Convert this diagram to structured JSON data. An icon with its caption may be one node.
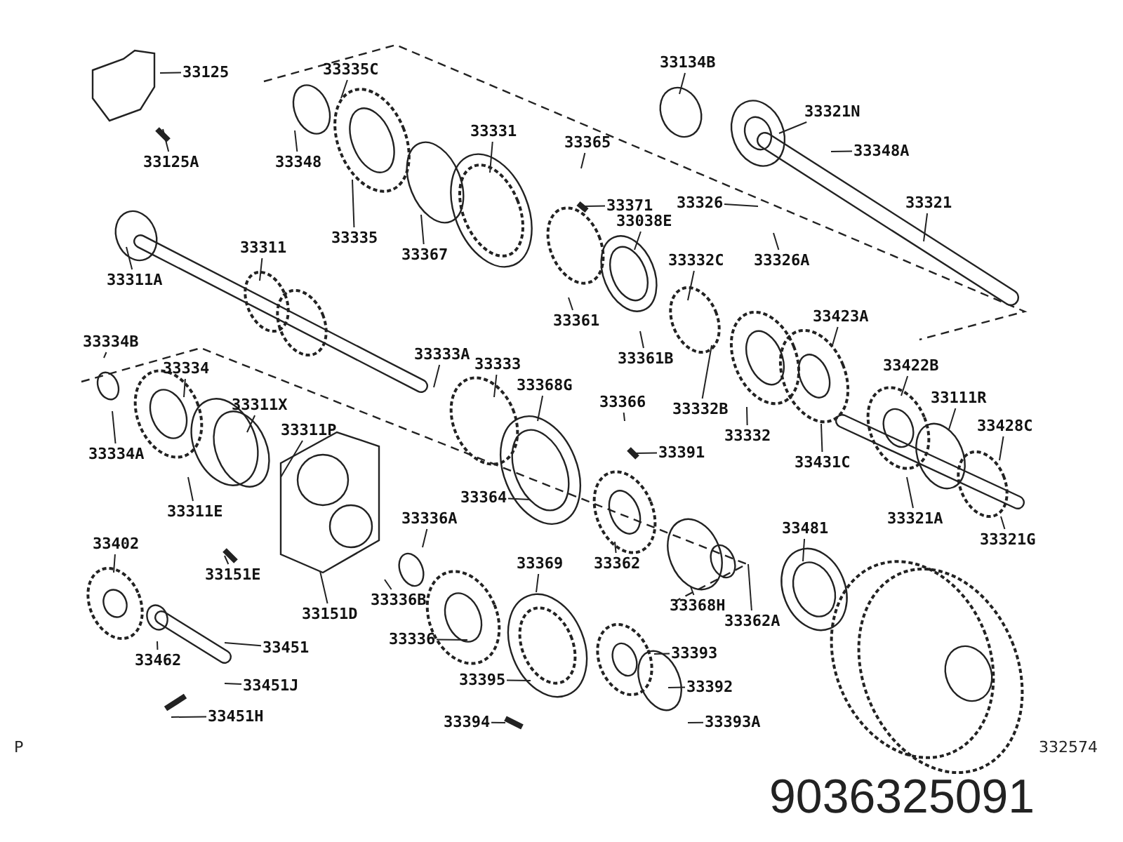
{
  "diagram": {
    "nodes": [
      {
        "text": [
          "33125"
        ]
      },
      {
        "text": [
          "33125A"
        ]
      },
      {
        "text": [
          "33335C"
        ]
      },
      {
        "text": [
          "33348"
        ]
      },
      {
        "text": [
          "33331"
        ]
      },
      {
        "text": [
          "33335"
        ]
      },
      {
        "text": [
          "33367"
        ]
      },
      {
        "text": [
          "33311A"
        ]
      },
      {
        "text": [
          "33311"
        ]
      },
      {
        "text": [
          "33134B"
        ]
      },
      {
        "text": [
          "33321N"
        ]
      },
      {
        "text": [
          "33348A"
        ]
      },
      {
        "text": [
          "33365"
        ]
      },
      {
        "text": [
          "33371"
        ]
      },
      {
        "text": [
          "33038E"
        ]
      },
      {
        "text": [
          "33326"
        ]
      },
      {
        "text": [
          "33326A"
        ]
      },
      {
        "text": [
          "33321"
        ]
      },
      {
        "text": [
          "33332C"
        ]
      },
      {
        "text": [
          "33361"
        ]
      },
      {
        "text": [
          "33361B"
        ]
      },
      {
        "text": [
          "33423A"
        ]
      },
      {
        "text": [
          "33334B"
        ]
      },
      {
        "text": [
          "33334"
        ]
      },
      {
        "text": [
          "33311X"
        ]
      },
      {
        "text": [
          "33311P"
        ]
      },
      {
        "text": [
          "33334A"
        ]
      },
      {
        "text": [
          "33311E"
        ]
      },
      {
        "text": [
          "33333A"
        ]
      },
      {
        "text": [
          "33333"
        ]
      },
      {
        "text": [
          "33368G"
        ]
      },
      {
        "text": [
          "33366"
        ]
      },
      {
        "text": [
          "33391"
        ]
      },
      {
        "text": [
          "33364"
        ]
      },
      {
        "text": [
          "33332B"
        ]
      },
      {
        "text": [
          "33332"
        ]
      },
      {
        "text": [
          "33431C"
        ]
      },
      {
        "text": [
          "33422B"
        ]
      },
      {
        "text": [
          "33111R"
        ]
      },
      {
        "text": [
          "33428C"
        ]
      },
      {
        "text": [
          "33321A"
        ]
      },
      {
        "text": [
          "33321G"
        ]
      },
      {
        "text": [
          "33336A"
        ]
      },
      {
        "text": [
          "33369"
        ]
      },
      {
        "text": [
          "33402"
        ]
      },
      {
        "text": [
          "33151E"
        ]
      },
      {
        "text": [
          "33336B"
        ]
      },
      {
        "text": [
          "33151D"
        ]
      },
      {
        "text": [
          "33362"
        ]
      },
      {
        "text": [
          "33368H"
        ]
      },
      {
        "text": [
          "33362A"
        ]
      },
      {
        "text": [
          "33481"
        ]
      },
      {
        "text": [
          "33336"
        ]
      },
      {
        "text": [
          "33395"
        ]
      },
      {
        "text": [
          "33462"
        ]
      },
      {
        "text": [
          "33451"
        ]
      },
      {
        "text": [
          "33451J"
        ]
      },
      {
        "text": [
          "33451H"
        ]
      },
      {
        "text": [
          "33393"
        ]
      },
      {
        "text": [
          "33392"
        ]
      },
      {
        "text": [
          "33393A"
        ]
      },
      {
        "text": [
          "33394"
        ]
      }
    ],
    "edges": [
      {
        "from": 0,
        "to": null,
        "arrow": "none"
      },
      {
        "from": 1,
        "to": null,
        "arrow": "none"
      },
      {
        "from": 2,
        "to": null,
        "arrow": "none"
      },
      {
        "from": 3,
        "to": null,
        "arrow": "none"
      },
      {
        "from": 4,
        "to": null,
        "arrow": "none"
      },
      {
        "from": 5,
        "to": null,
        "arrow": "none"
      },
      {
        "from": 6,
        "to": null,
        "arrow": "none"
      },
      {
        "from": 7,
        "to": null,
        "arrow": "none"
      },
      {
        "from": 8,
        "to": null,
        "arrow": "none"
      },
      {
        "from": 9,
        "to": null,
        "arrow": "none"
      },
      {
        "from": 10,
        "to": null,
        "arrow": "none"
      },
      {
        "from": 11,
        "to": null,
        "arrow": "none"
      },
      {
        "from": 12,
        "to": null,
        "arrow": "none"
      },
      {
        "from": 13,
        "to": null,
        "arrow": "none"
      },
      {
        "from": 14,
        "to": null,
        "arrow": "none"
      },
      {
        "from": 15,
        "to": null,
        "arrow": "none"
      },
      {
        "from": 16,
        "to": null,
        "arrow": "none"
      },
      {
        "from": 17,
        "to": null,
        "arrow": "none"
      },
      {
        "from": 18,
        "to": null,
        "arrow": "none"
      },
      {
        "from": 19,
        "to": null,
        "arrow": "none"
      },
      {
        "from": 20,
        "to": null,
        "arrow": "none"
      },
      {
        "from": 21,
        "to": null,
        "arrow": "none"
      },
      {
        "from": 22,
        "to": null,
        "arrow": "none"
      },
      {
        "from": 23,
        "to": null,
        "arrow": "none"
      },
      {
        "from": 24,
        "to": null,
        "arrow": "none"
      },
      {
        "from": 25,
        "to": null,
        "arrow": "none"
      },
      {
        "from": 26,
        "to": null,
        "arrow": "none"
      },
      {
        "from": 27,
        "to": null,
        "arrow": "none"
      },
      {
        "from": 28,
        "to": null,
        "arrow": "none"
      },
      {
        "from": 29,
        "to": null,
        "arrow": "none"
      },
      {
        "from": 30,
        "to": null,
        "arrow": "none"
      },
      {
        "from": 31,
        "to": null,
        "arrow": "none"
      },
      {
        "from": 32,
        "to": null,
        "arrow": "none"
      },
      {
        "from": 33,
        "to": null,
        "arrow": "none"
      },
      {
        "from": 34,
        "to": null,
        "arrow": "none"
      },
      {
        "from": 35,
        "to": null,
        "arrow": "none"
      },
      {
        "from": 36,
        "to": null,
        "arrow": "none"
      },
      {
        "from": 37,
        "to": null,
        "arrow": "none"
      },
      {
        "from": 38,
        "to": null,
        "arrow": "none"
      },
      {
        "from": 39,
        "to": null,
        "arrow": "none"
      },
      {
        "from": 40,
        "to": null,
        "arrow": "none"
      },
      {
        "from": 41,
        "to": null,
        "arrow": "none"
      },
      {
        "from": 42,
        "to": null,
        "arrow": "none"
      },
      {
        "from": 43,
        "to": null,
        "arrow": "none"
      },
      {
        "from": 44,
        "to": null,
        "arrow": "none"
      },
      {
        "from": 45,
        "to": null,
        "arrow": "none"
      },
      {
        "from": 46,
        "to": null,
        "arrow": "none"
      },
      {
        "from": 47,
        "to": null,
        "arrow": "none"
      },
      {
        "from": 48,
        "to": null,
        "arrow": "none"
      },
      {
        "from": 49,
        "to": null,
        "arrow": "none"
      },
      {
        "from": 50,
        "to": null,
        "arrow": "none"
      },
      {
        "from": 51,
        "to": null,
        "arrow": "none"
      },
      {
        "from": 52,
        "to": null,
        "arrow": "none"
      },
      {
        "from": 53,
        "to": null,
        "arrow": "none"
      },
      {
        "from": 54,
        "to": null,
        "arrow": "none"
      },
      {
        "from": 55,
        "to": null,
        "arrow": "none"
      },
      {
        "from": 56,
        "to": null,
        "arrow": "none"
      },
      {
        "from": 57,
        "to": null,
        "arrow": "none"
      },
      {
        "from": 58,
        "to": null,
        "arrow": "none"
      },
      {
        "from": 59,
        "to": null,
        "arrow": "none"
      },
      {
        "from": 60,
        "to": null,
        "arrow": "none"
      },
      {
        "from": 61,
        "to": null,
        "arrow": "none"
      }
    ],
    "labels": [
      "P",
      "332574",
      "9036325091"
    ]
  }
}
